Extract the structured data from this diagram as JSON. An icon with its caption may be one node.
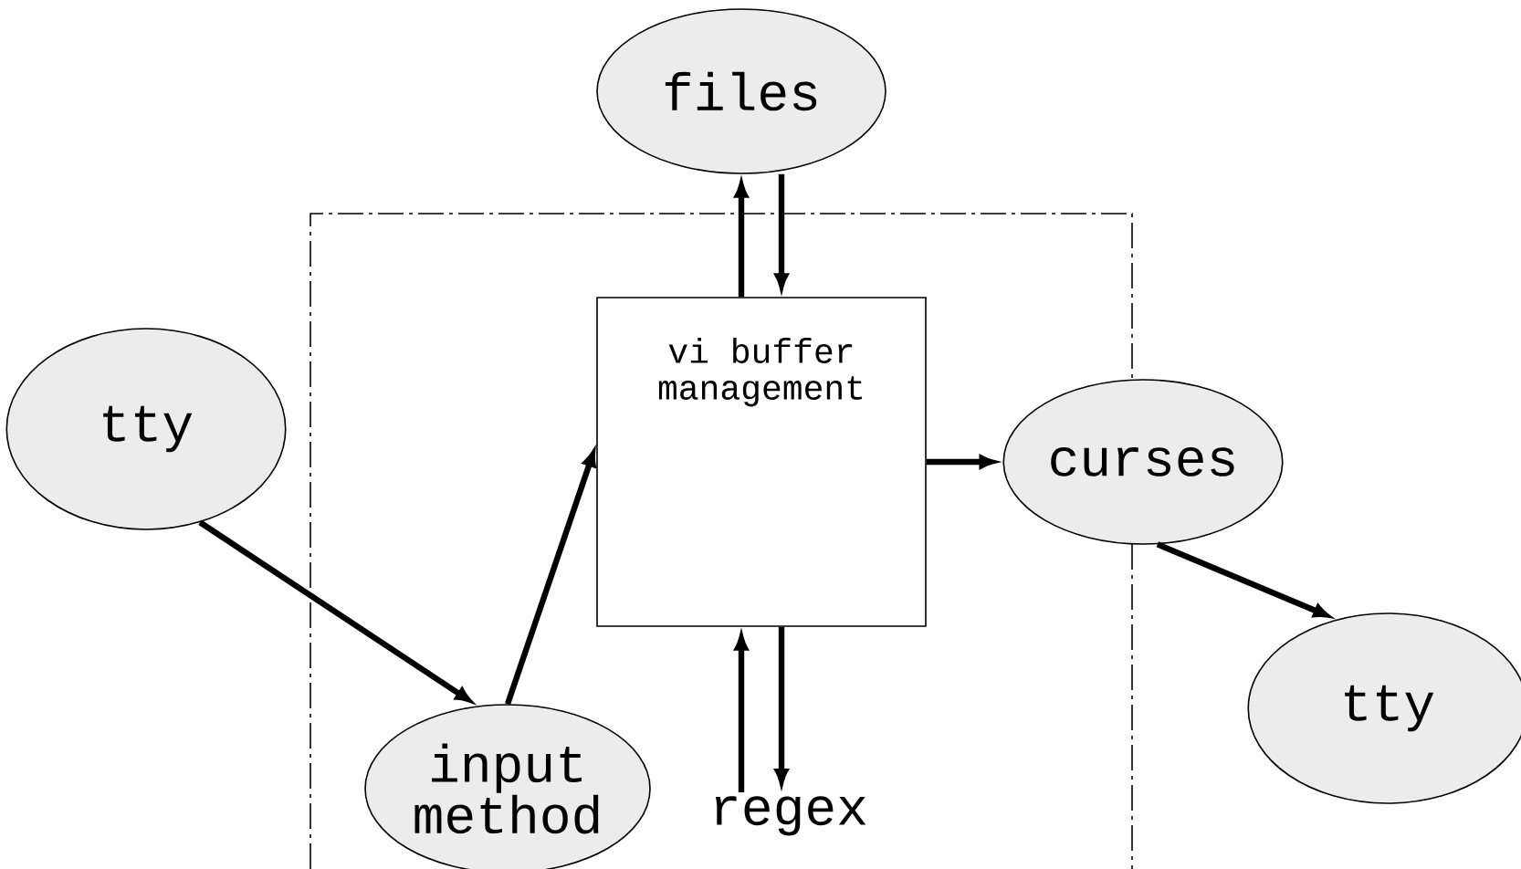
{
  "diagram": {
    "nodes": [
      {
        "text": [
          "files"
        ]
      },
      {
        "text": [
          "vi buffer management"
        ]
      },
      {
        "text": [
          "tty"
        ]
      },
      {
        "text": [
          "curses"
        ]
      },
      {
        "text": [
          "input method"
        ]
      },
      {
        "text": [
          "regex"
        ]
      },
      {
        "text": [
          "tty"
        ]
      }
    ],
    "edges": [
      {
        "from": 1,
        "to": 0,
        "arrow": "to"
      },
      {
        "from": 0,
        "to": 1,
        "arrow": "to"
      },
      {
        "from": 2,
        "to": 4,
        "arrow": "to"
      },
      {
        "from": 4,
        "to": 1,
        "arrow": "to"
      },
      {
        "from": 1,
        "to": 3,
        "arrow": "to"
      },
      {
        "from": 3,
        "to": 6,
        "arrow": "to"
      },
      {
        "from": 5,
        "to": 1,
        "arrow": "to"
      },
      {
        "from": 1,
        "to": 5,
        "arrow": "to"
      }
    ]
  }
}
